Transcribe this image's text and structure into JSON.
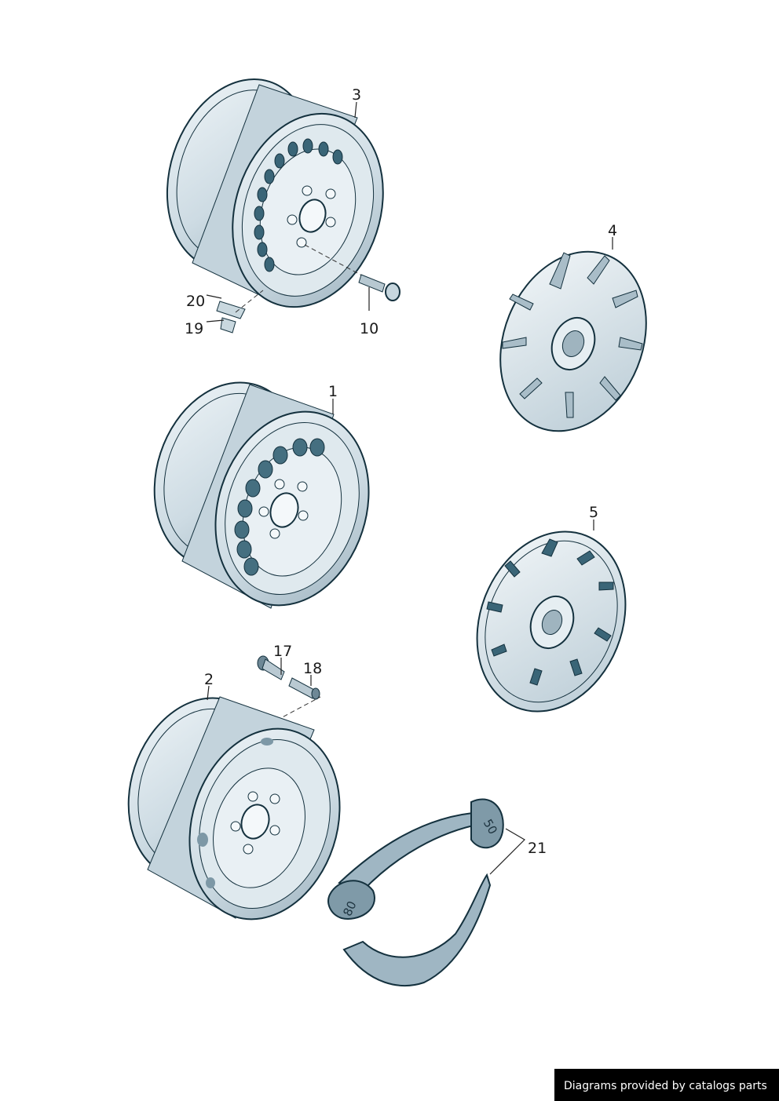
{
  "diagram": {
    "callouts": [
      {
        "id": "3",
        "text": "3"
      },
      {
        "id": "20",
        "text": "20"
      },
      {
        "id": "19",
        "text": "19"
      },
      {
        "id": "10",
        "text": "10"
      },
      {
        "id": "4",
        "text": "4"
      },
      {
        "id": "1",
        "text": "1"
      },
      {
        "id": "5",
        "text": "5"
      },
      {
        "id": "17",
        "text": "17"
      },
      {
        "id": "18",
        "text": "18"
      },
      {
        "id": "2",
        "text": "2"
      },
      {
        "id": "21",
        "text": "21"
      }
    ],
    "weight_markings": [
      "50",
      "80"
    ],
    "colors": {
      "part_fill": "#d6e3ea",
      "outline": "#14313e",
      "shadow": "#7f96a3",
      "badge_bg": "#000000"
    }
  },
  "footer": {
    "credit": "Diagrams provided by catalogs parts"
  }
}
